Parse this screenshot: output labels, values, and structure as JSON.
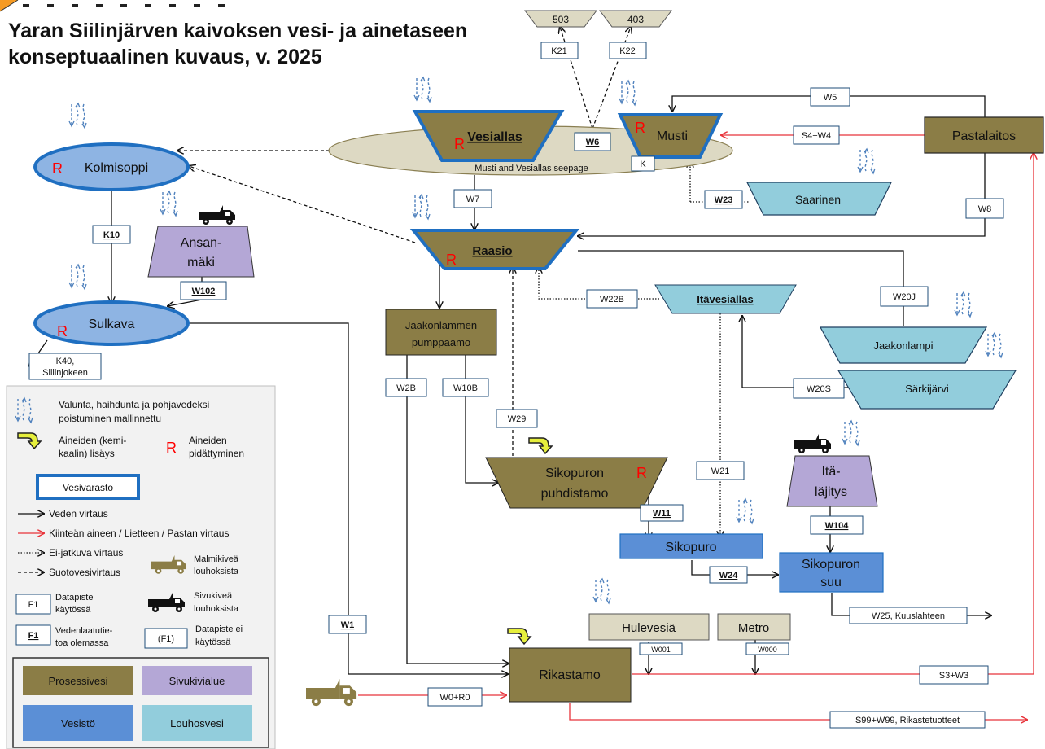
{
  "title": {
    "line1": "Yaran Siilinjärven kaivoksen vesi- ja ainetaseen",
    "line2": "konseptuaalinen kuvaus, v. 2025"
  },
  "colors": {
    "process": "#8b7d46",
    "waste_rock": "#b4a7d6",
    "water_body": "#5b8fd6",
    "pit_water": "#92cddc",
    "lake_blue": "#8eb4e3",
    "storage_border": "#1f6fc1",
    "gray_box": "#ddd9c3",
    "red_flow": "#e8333a",
    "retention_r": "#ff0000"
  },
  "nodes": {
    "n503": "503",
    "n403": "403",
    "vesiallas": "Vesiallas",
    "musti": "Musti",
    "pastalaitos": "Pastalaitos",
    "kolmisoppi": "Kolmisoppi",
    "saarinen": "Saarinen",
    "raasio": "Raasio",
    "ansanmaki_1": "Ansan-",
    "ansanmaki_2": "mäki",
    "sulkava": "Sulkava",
    "jaakonlammen_1": "Jaakonlammen",
    "jaakonlammen_2": "pumppaamo",
    "itavesiallas": "Itävesiallas",
    "jaakonlampi": "Jaakonlampi",
    "sarkijarvi": "Särkijärvi",
    "sikopuron_p_1": "Sikopuron",
    "sikopuron_p_2": "puhdistamo",
    "italajitys_1": "Itä-",
    "italajitys_2": "läjitys",
    "sikopuro": "Sikopuro",
    "sikopuron_suu_1": "Sikopuron",
    "sikopuron_suu_2": "suu",
    "hulevesia": "Hulevesiä",
    "metro": "Metro",
    "rikastamo": "Rikastamo",
    "seepage": "Musti and Vesiallas seepage",
    "retention": "R"
  },
  "flows": {
    "K21": "K21",
    "K22": "K22",
    "W5": "W5",
    "W6": "W6",
    "S4W4": "S4+W4",
    "K": "K",
    "W7": "W7",
    "W23": "W23",
    "W8": "W8",
    "K10": "K10",
    "W102": "W102",
    "W22B": "W22B",
    "W20J": "W20J",
    "K40_1": "K40,",
    "K40_2": "Siilinjokeen",
    "W2B": "W2B",
    "W10B": "W10B",
    "W20S": "W20S",
    "W29": "W29",
    "W21": "W21",
    "W11": "W11",
    "W104": "W104",
    "W24": "W24",
    "W25": "W25, Kuuslahteen",
    "W1": "W1",
    "W001": "W001",
    "W000": "W000",
    "S3W3": "S3+W3",
    "W0R0": "W0+R0",
    "S99": "S99+W99, Rikastetuotteet"
  },
  "legend": {
    "runoff_1": "Valunta, haihdunta ja pohjavedeksi",
    "runoff_2": "poistuminen  mallinnettu",
    "chem_1": "Aineiden (kemi-",
    "chem_2": "kaalin) lisäys",
    "ret_1": "Aineiden",
    "ret_2": "pidättyminen",
    "storage": "Vesivarasto",
    "water_flow": "Veden virtaus",
    "solid_flow": "Kiinteän aineen / Lietteen / Pastan virtaus",
    "intermittent": "Ei-jatkuva virtaus",
    "seepage_flow": "Suotovesivirtaus",
    "ore_truck_1": "Malmikiveä",
    "ore_truck_2": "louhoksista",
    "waste_truck_1": "Sivukiveä",
    "waste_truck_2": "louhoksista",
    "dp_active_code": "F1",
    "dp_active_1": "Datapiste",
    "dp_active_2": "käytössä",
    "wq_code": "F1",
    "wq_1": "Vedenlaatutie-",
    "wq_2": "toa olemassa",
    "dp_inactive_code": "(F1)",
    "dp_inactive_1": "Datapiste ei",
    "dp_inactive_2": "käytössä",
    "cat_process": "Prosessivesi",
    "cat_waste": "Sivukivialue",
    "cat_waterbody": "Vesistö",
    "cat_pit": "Louhosvesi"
  }
}
